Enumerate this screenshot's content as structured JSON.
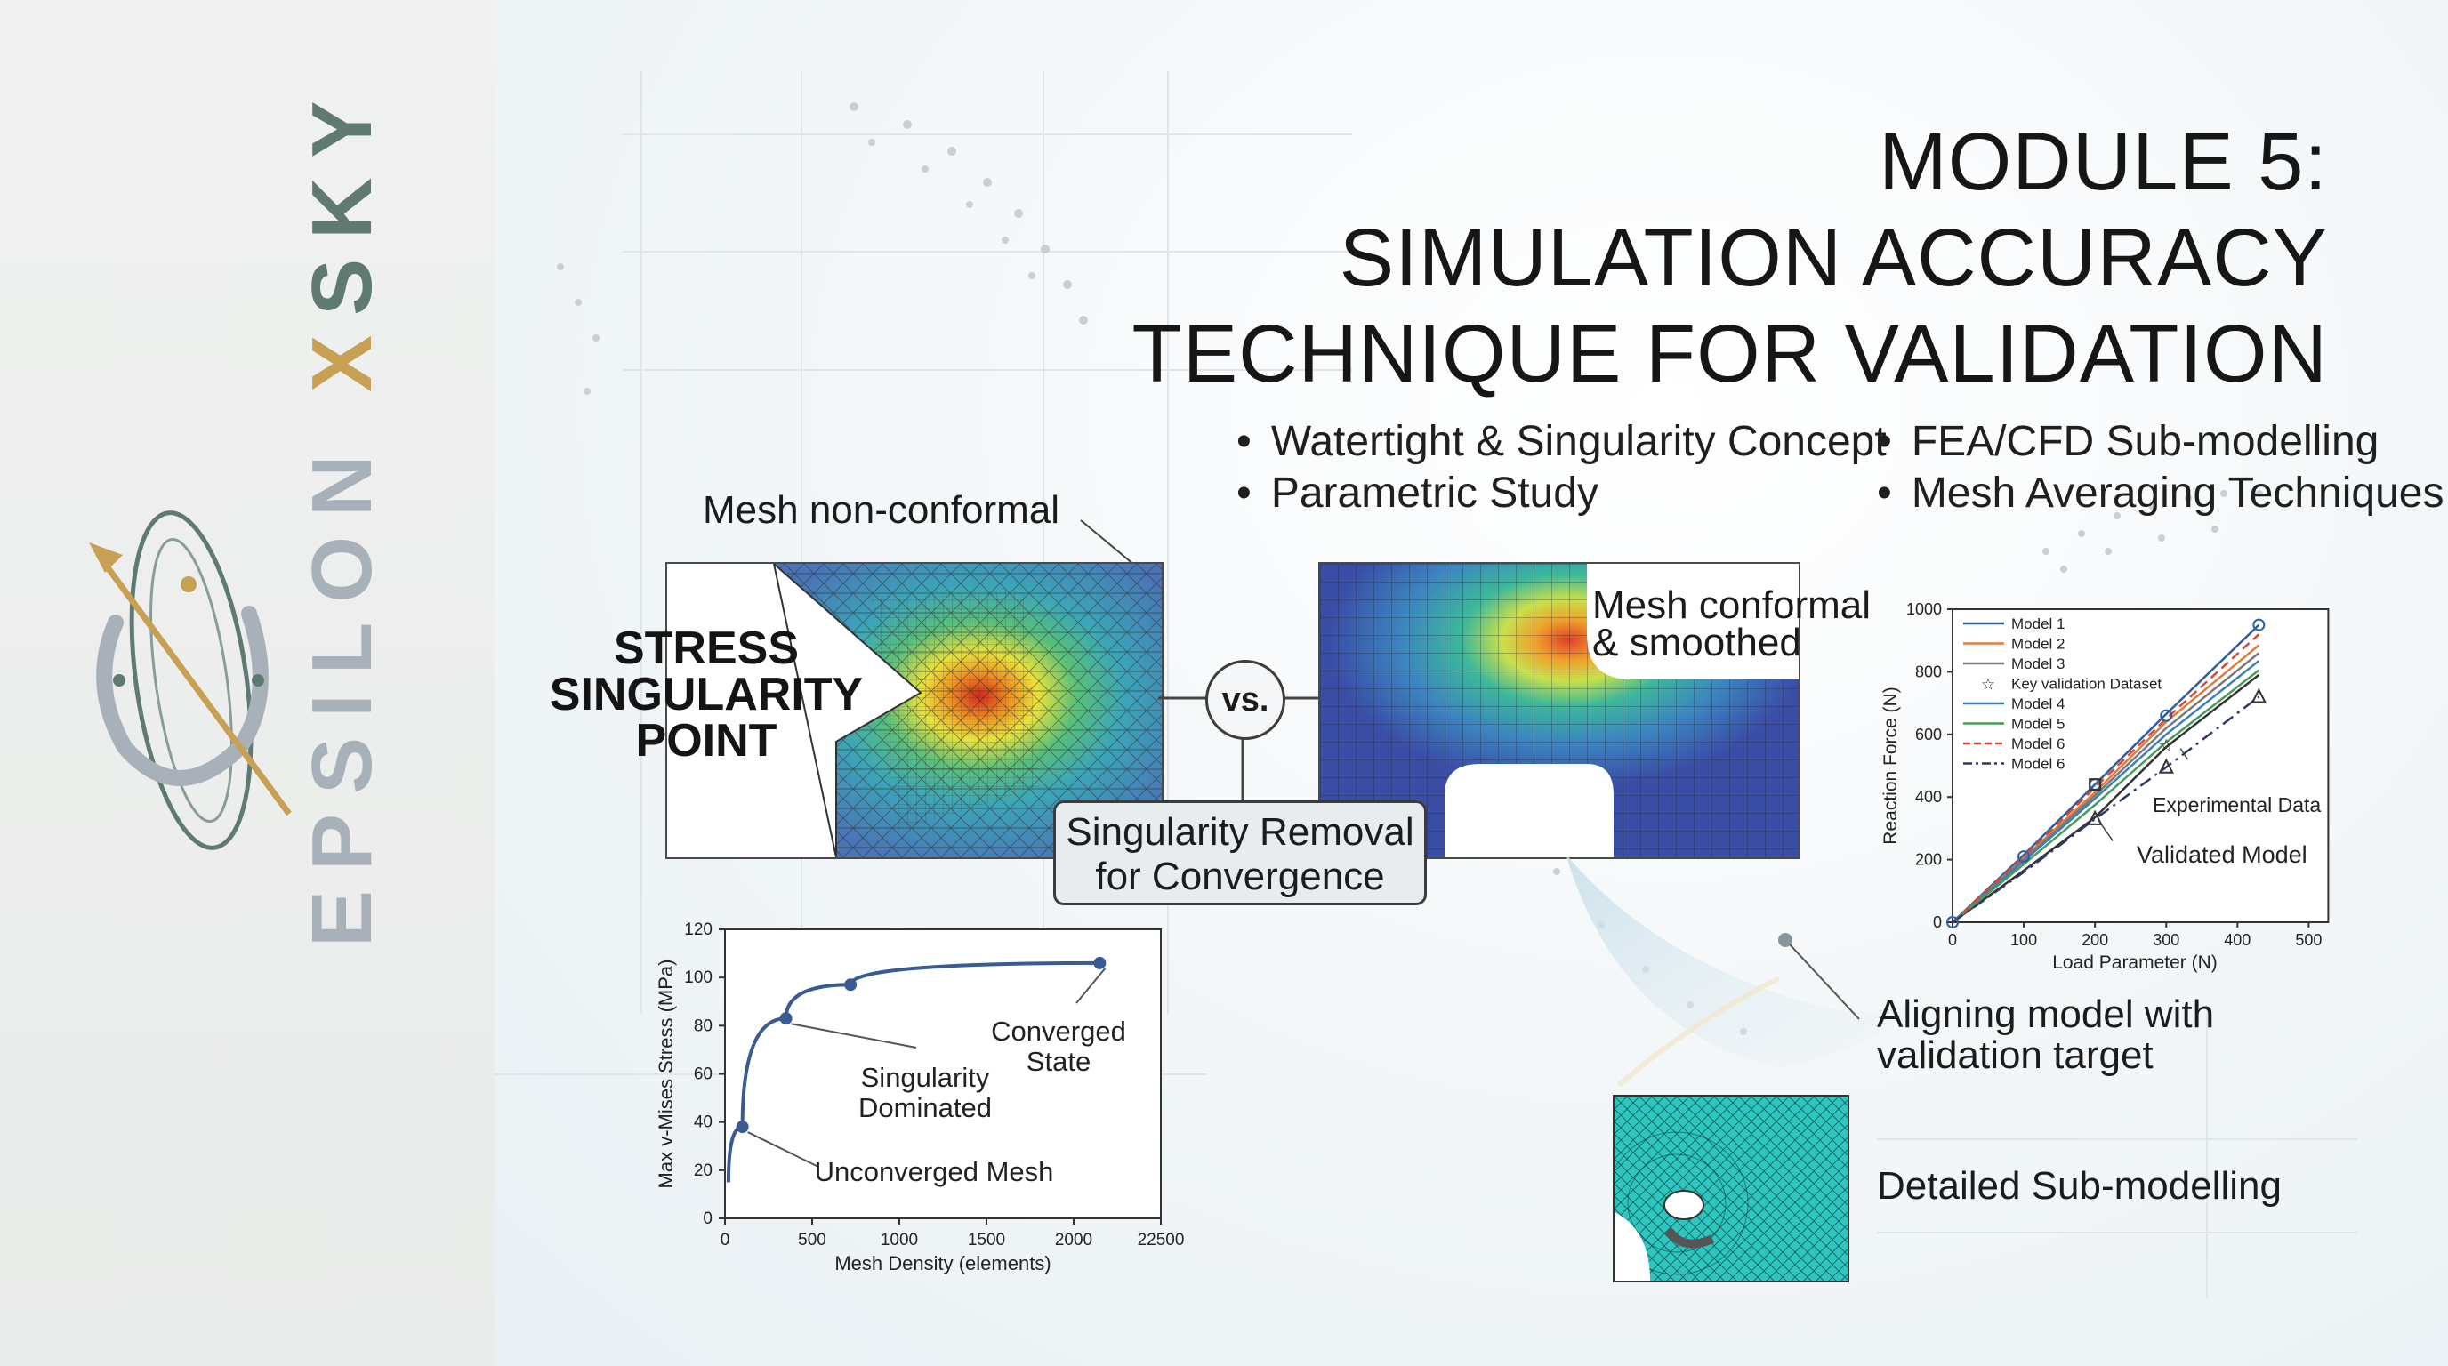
{
  "brand": {
    "part1": "EPSILON",
    "part2": "X",
    "part3": "SKY"
  },
  "title": {
    "line1": "MODULE 5:",
    "line2": "SIMULATION ACCURACY",
    "line3": "TECHNIQUE FOR VALIDATION"
  },
  "bullets": {
    "left": [
      "Watertight & Singularity Concept",
      "Parametric Study"
    ],
    "right": [
      "FEA/CFD Sub-modelling",
      "Mesh Averaging Techniques"
    ]
  },
  "comparison": {
    "mesh_nonconformal": "Mesh non-conformal",
    "stress_singularity": [
      "STRESS",
      "SINGULARITY",
      "POINT"
    ],
    "vs": "vs.",
    "mesh_conformal": [
      "Mesh conformal",
      "& smoothed"
    ],
    "singularity_removal": [
      "Singularity Removal",
      "for Convergence"
    ]
  },
  "annotations": {
    "aligning": [
      "Aligning model with",
      "validation target"
    ],
    "submodelling": "Detailed Sub-modelling"
  },
  "colors": {
    "accent_gold": "#c7a054",
    "brand_grey": "#a8b1b9",
    "brand_green": "#5e7a73",
    "line_blue": "#3a5a94"
  },
  "chart_data": [
    {
      "type": "line",
      "x": [
        100,
        350,
        720,
        2150
      ],
      "series": [
        {
          "values": [
            38,
            83,
            97,
            106
          ]
        }
      ],
      "xlabel": "Mesh Density (elements)",
      "ylabel": "Max v-Mises Stress (MPa)",
      "xticks": [
        "0",
        "500",
        "1000",
        "1500",
        "2000",
        "22500"
      ],
      "yticks": [
        "0",
        "20",
        "40",
        "60",
        "80",
        "100",
        "120"
      ],
      "xlim": [
        0,
        2500
      ],
      "ylim": [
        0,
        120
      ],
      "annotations": [
        {
          "text": [
            "Converged",
            "State"
          ]
        },
        {
          "text": [
            "Singularity",
            "Dominated"
          ]
        },
        {
          "text": [
            "Unconverged Mesh"
          ]
        }
      ],
      "grid": false
    },
    {
      "type": "line",
      "x": [
        0,
        100,
        200,
        300,
        430
      ],
      "series": [
        {
          "name": "Model 1",
          "color": "#2d5f9e",
          "values": [
            0,
            215,
            440,
            665,
            950
          ]
        },
        {
          "name": "Model 2",
          "color": "#e07b39",
          "values": [
            0,
            205,
            415,
            640,
            885
          ]
        },
        {
          "name": "Model 3",
          "color": "#7a7a7a",
          "values": [
            0,
            200,
            405,
            620,
            860
          ]
        },
        {
          "name": "Key validation Dataset",
          "color": "#333333",
          "values": [
            0,
            165,
            335,
            560,
            790
          ]
        },
        {
          "name": "Model 4",
          "color": "#3d7fb8",
          "values": [
            0,
            195,
            395,
            600,
            835
          ]
        },
        {
          "name": "Model 5",
          "color": "#4a9a5e",
          "values": [
            0,
            185,
            375,
            575,
            805
          ]
        },
        {
          "name": "Model 6",
          "color": "#d6493a",
          "values": [
            0,
            210,
            430,
            650,
            920
          ]
        },
        {
          "name": "Model 6",
          "color": "#2b3a66",
          "values": [
            0,
            160,
            330,
            495,
            720
          ]
        }
      ],
      "markers": {
        "circle": [
          [
            0,
            0
          ],
          [
            100,
            210
          ],
          [
            200,
            440
          ],
          [
            300,
            660
          ],
          [
            430,
            950
          ]
        ],
        "square": [
          [
            200,
            440
          ]
        ],
        "star": [
          [
            300,
            565
          ]
        ],
        "triangle": [
          [
            200,
            330
          ],
          [
            300,
            495
          ],
          [
            430,
            720
          ]
        ]
      },
      "xlabel": "Load Parameter (N)",
      "ylabel": "Reaction Force (N)",
      "xticks": [
        "0",
        "100",
        "200",
        "300",
        "400",
        "500"
      ],
      "yticks": [
        "0",
        "200",
        "400",
        "600",
        "800",
        "1000"
      ],
      "xlim": [
        0,
        500
      ],
      "ylim": [
        0,
        1000
      ],
      "annotations": [
        {
          "text": [
            "Experimental Data"
          ]
        },
        {
          "text": [
            "Validated Model"
          ]
        }
      ],
      "legend": "top-left",
      "grid": false
    }
  ]
}
